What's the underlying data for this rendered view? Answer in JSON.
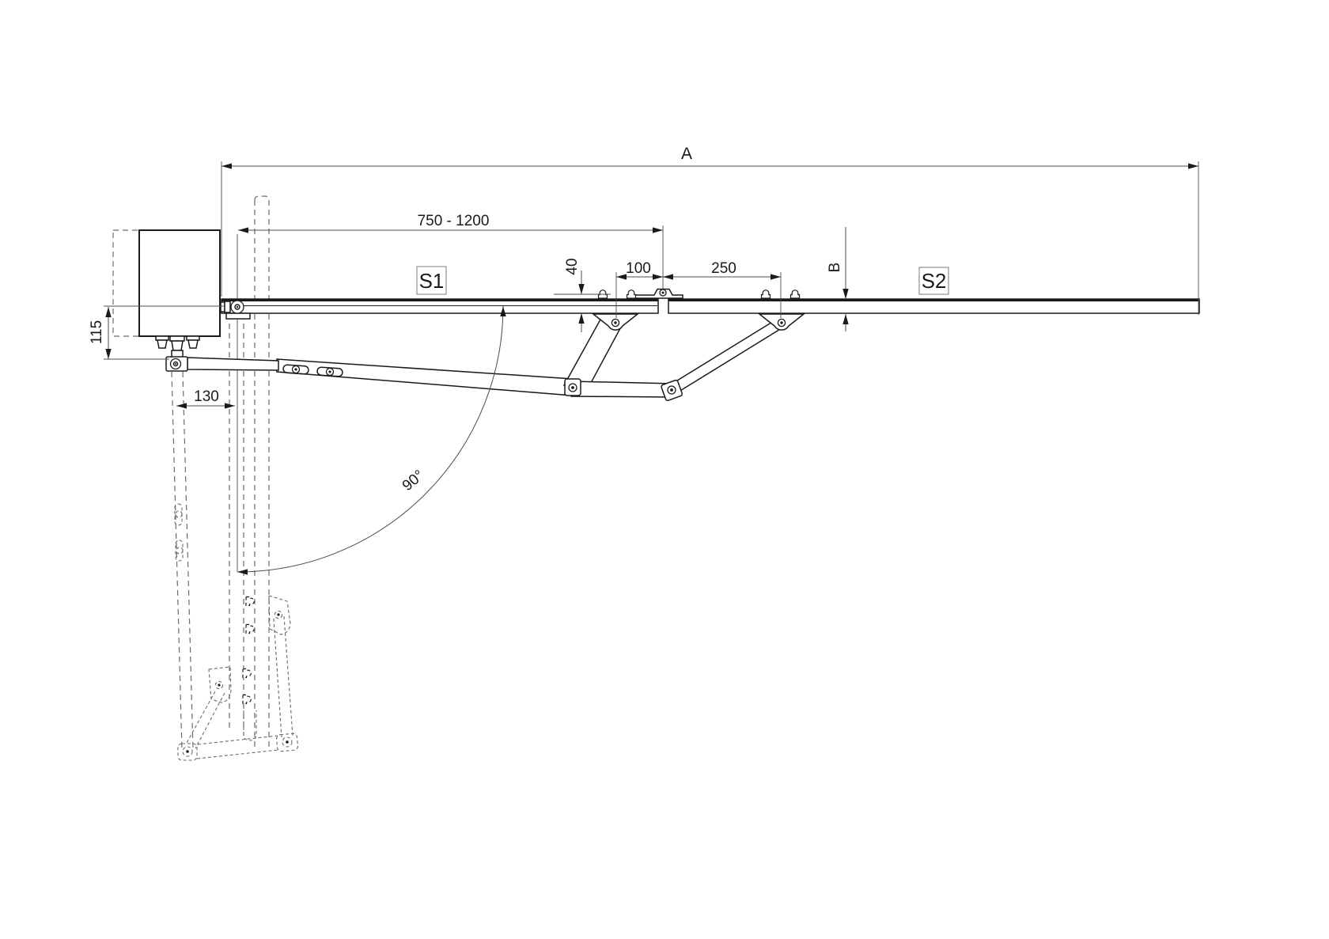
{
  "drawing": {
    "dims": {
      "total_length": "A",
      "mount_range": "750 - 1200",
      "profile_height_offset": "40",
      "bracket_to_hinge": "100",
      "hinge_to_bracket": "250",
      "leaf_thickness": "B",
      "pivot_drop": "115",
      "pivot_offset": "130",
      "opening_angle": "90°"
    },
    "sections": {
      "s1": "S1",
      "s2": "S2"
    }
  }
}
